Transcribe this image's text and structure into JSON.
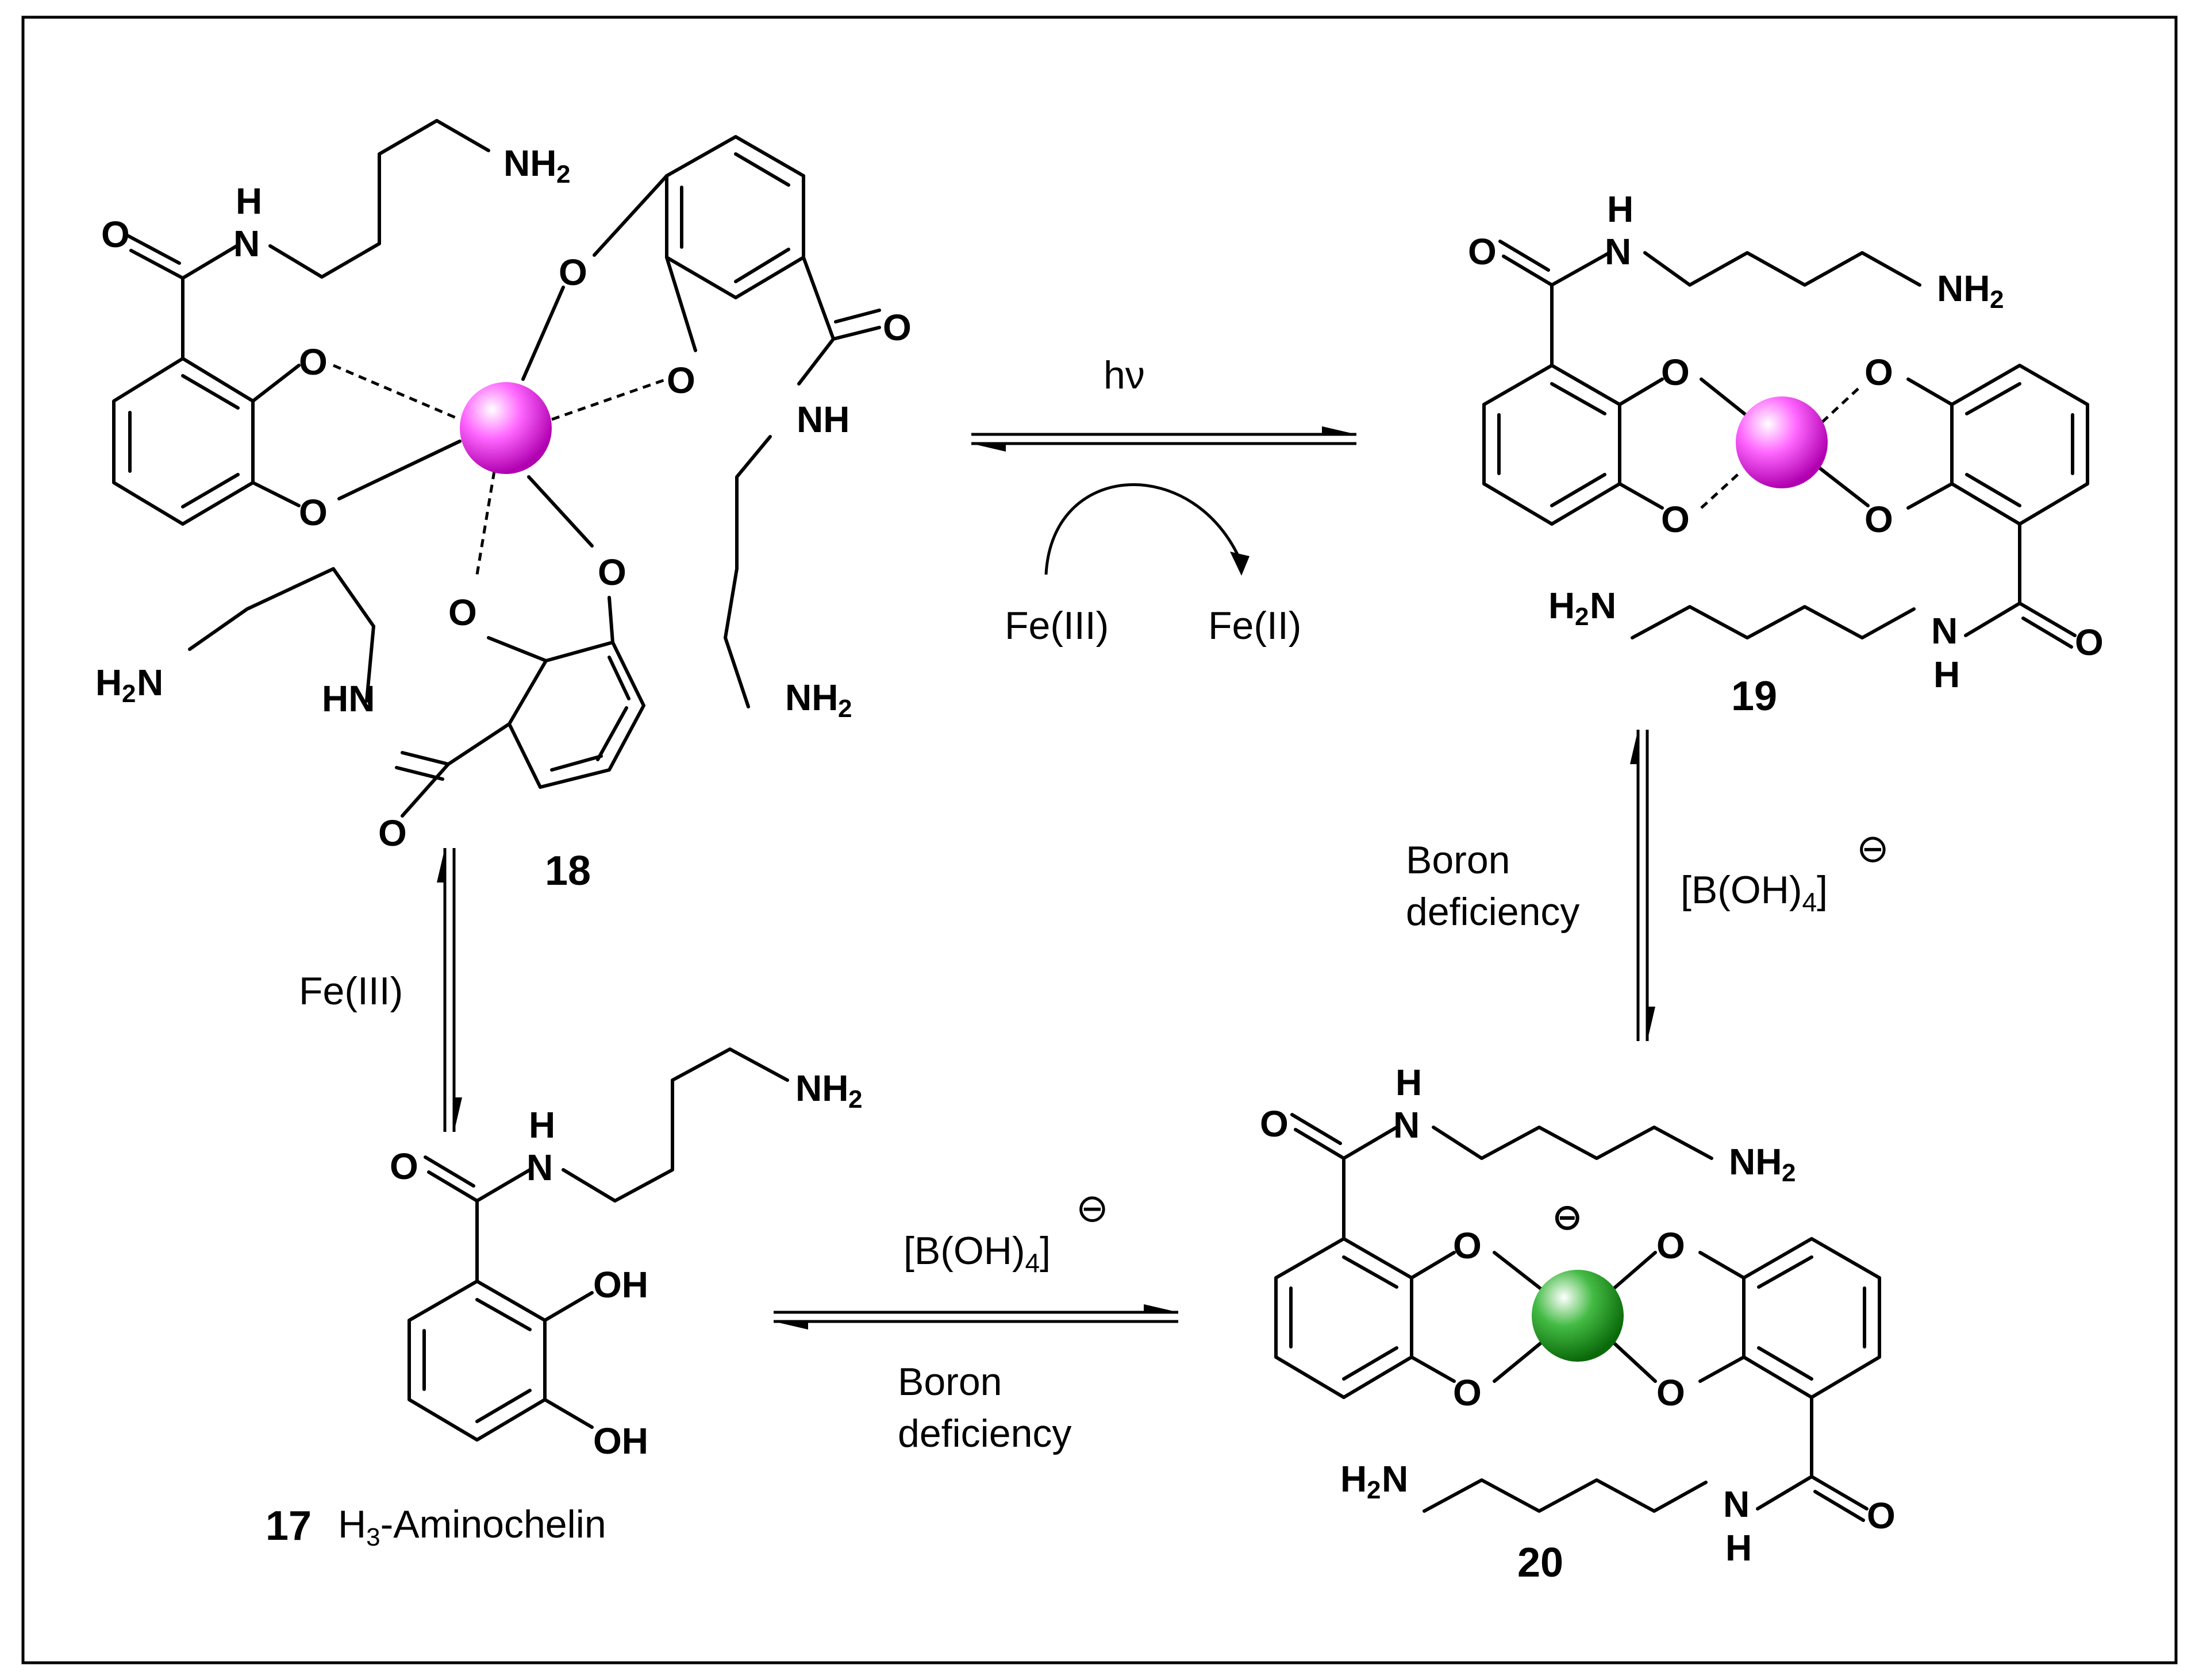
{
  "compounds": {
    "c17": {
      "number": "17",
      "name_prefix": "H",
      "name_sub": "3",
      "name_suffix": "-Aminochelin"
    },
    "c18": {
      "number": "18"
    },
    "c19": {
      "number": "19"
    },
    "c20": {
      "number": "20"
    }
  },
  "reactions": {
    "top": {
      "condition": "hν",
      "from": "Fe(III)",
      "to": "Fe(II)"
    },
    "left": {
      "condition": "Fe(III)"
    },
    "right": {
      "condition_left_line1": "Boron",
      "condition_left_line2": "deficiency",
      "condition_right": "[B(OH)",
      "condition_right_sub": "4",
      "condition_right_close": "]",
      "charge": "⊖"
    },
    "bottom": {
      "condition_top": "[B(OH)",
      "condition_top_sub": "4",
      "condition_top_close": "]",
      "charge": "⊖",
      "condition_bottom_line1": "Boron",
      "condition_bottom_line2": "deficiency"
    }
  },
  "atoms": {
    "O": "O",
    "N": "N",
    "H": "H",
    "NH": "NH",
    "HN": "HN",
    "NH2": "NH",
    "H2N": "H",
    "OH": "OH",
    "two": "2",
    "charge": "⊖"
  },
  "colors": {
    "iron": "#ff66ff",
    "boron": "#33aa33"
  }
}
